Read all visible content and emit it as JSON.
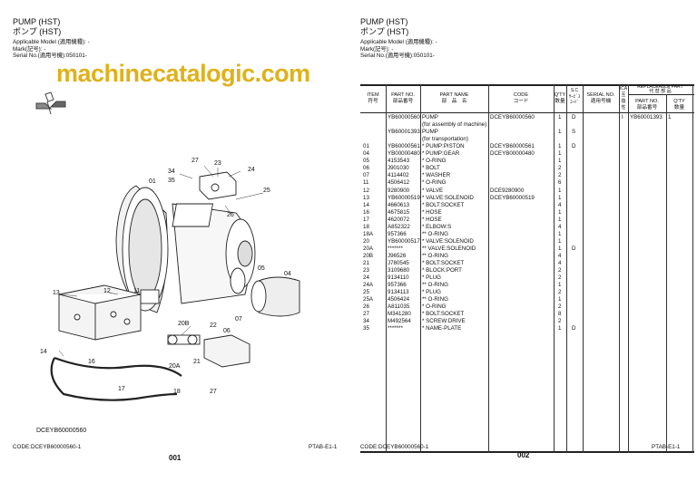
{
  "left_page": {
    "title_en": "PUMP (HST)",
    "title_jp": "ポンプ (HST)",
    "applicable_model": "Applicable Model (適用機種): -",
    "mark": "Mark(記号): -",
    "serial": "Serial No.(適用号機):050101-",
    "diagram_code": "DCEYB60000560",
    "callouts": [
      "27",
      "23",
      "24",
      "34",
      "35",
      "01",
      "25",
      "26",
      "05",
      "04",
      "13",
      "12",
      "11",
      "20B",
      "22",
      "07",
      "06",
      "20A",
      "21",
      "14",
      "16",
      "17",
      "18",
      "27"
    ],
    "footer_code": "CODE:DCEYB60000560-1",
    "footer_ref": "PTAB-E1-1",
    "page_number": "001"
  },
  "right_page": {
    "title_en": "PUMP (HST)",
    "title_jp": "ポンプ (HST)",
    "applicable_model": "Applicable Model (適用機種): -",
    "mark": "Mark(記号): -",
    "serial": "Serial No.(適用号機):050101-",
    "headers": {
      "item": "ITEM\n符号",
      "part_no": "PART NO.\n部品番号",
      "part_name": "PART NAME\n部　品　名",
      "code": "CODE\nコード",
      "qty": "Q'TY\n数量",
      "sc": "S.C\nｻｰﾋﾞｽ\nｺｰﾄﾞ",
      "serial_no": "SERIAL NO.\n適用号機",
      "ica": "ICA\n互\n換\n性",
      "replaceable": "REPLACEABLE PART\n代 替 部 品",
      "rep_part_no": "PART NO.\n部品番号",
      "rep_qty": "Q'TY\n数量"
    },
    "rows": [
      {
        "item": "",
        "part_no": "YB60000560",
        "name": "PUMP",
        "code": "DCEYB60000560",
        "qty": "1",
        "sc": "D",
        "ica": "I",
        "rep_part": "YB60001393",
        "rep_qty": "1"
      },
      {
        "item": "",
        "part_no": "",
        "name": "(for assembly of machine)",
        "code": "",
        "qty": "",
        "sc": ""
      },
      {
        "item": "",
        "part_no": "YB60001393",
        "name": "PUMP",
        "code": "",
        "qty": "1",
        "sc": "S"
      },
      {
        "item": "",
        "part_no": "",
        "name": "(for transportation)",
        "code": "",
        "qty": "",
        "sc": ""
      },
      {
        "item": "01",
        "part_no": "YB60000561",
        "name": "* PUMP:PISTON",
        "code": "DCEYB60000561",
        "qty": "1",
        "sc": "D"
      },
      {
        "item": "04",
        "part_no": "YB00000480",
        "name": "* PUMP:GEAR",
        "code": "DCEYB00000480",
        "qty": "1",
        "sc": ""
      },
      {
        "item": "05",
        "part_no": "4153543",
        "name": "* O-RING",
        "code": "",
        "qty": "1",
        "sc": ""
      },
      {
        "item": "06",
        "part_no": "J901030",
        "name": "* BOLT",
        "code": "",
        "qty": "2",
        "sc": ""
      },
      {
        "item": "07",
        "part_no": "4114402",
        "name": "* WASHER",
        "code": "",
        "qty": "2",
        "sc": ""
      },
      {
        "item": "11",
        "part_no": "4506412",
        "name": "* O-RING",
        "code": "",
        "qty": "6",
        "sc": ""
      },
      {
        "item": "12",
        "part_no": "9280900",
        "name": "* VALVE",
        "code": "DCE9280900",
        "qty": "1",
        "sc": ""
      },
      {
        "item": "13",
        "part_no": "YB60000519",
        "name": "* VALVE:SOLENOID",
        "code": "DCEYB60000519",
        "qty": "1",
        "sc": ""
      },
      {
        "item": "14",
        "part_no": "4660613",
        "name": "* BOLT:SOCKET",
        "code": "",
        "qty": "4",
        "sc": ""
      },
      {
        "item": "16",
        "part_no": "4675815",
        "name": "* HOSE",
        "code": "",
        "qty": "1",
        "sc": ""
      },
      {
        "item": "17",
        "part_no": "4620072",
        "name": "* HOSE",
        "code": "",
        "qty": "1",
        "sc": ""
      },
      {
        "item": "18",
        "part_no": "A852322",
        "name": "* ELBOW:S",
        "code": "",
        "qty": "4",
        "sc": ""
      },
      {
        "item": "18A",
        "part_no": "957366",
        "name": "** O-RING",
        "code": "",
        "qty": "1",
        "sc": ""
      },
      {
        "item": "20",
        "part_no": "YB60000517",
        "name": "* VALVE:SOLENOID",
        "code": "",
        "qty": "1",
        "sc": ""
      },
      {
        "item": "20A",
        "part_no": "*******",
        "name": "** VALVE:SOLENOID",
        "code": "",
        "qty": "1",
        "sc": "D"
      },
      {
        "item": "20B",
        "part_no": "J96526",
        "name": "** O-RING",
        "code": "",
        "qty": "4",
        "sc": ""
      },
      {
        "item": "21",
        "part_no": "J780545",
        "name": "* BOLT:SOCKET",
        "code": "",
        "qty": "4",
        "sc": ""
      },
      {
        "item": "23",
        "part_no": "3109680",
        "name": "* BLOCK:PORT",
        "code": "",
        "qty": "2",
        "sc": ""
      },
      {
        "item": "24",
        "part_no": "9134110",
        "name": "* PLUG",
        "code": "",
        "qty": "2",
        "sc": ""
      },
      {
        "item": "24A",
        "part_no": "957366",
        "name": "** O-RING",
        "code": "",
        "qty": "1",
        "sc": ""
      },
      {
        "item": "25",
        "part_no": "9134113",
        "name": "* PLUG",
        "code": "",
        "qty": "2",
        "sc": ""
      },
      {
        "item": "25A",
        "part_no": "4506424",
        "name": "** O-RING",
        "code": "",
        "qty": "1",
        "sc": ""
      },
      {
        "item": "26",
        "part_no": "A811035",
        "name": "* O-RING",
        "code": "",
        "qty": "2",
        "sc": ""
      },
      {
        "item": "27",
        "part_no": "M341280",
        "name": "* BOLT:SOCKET",
        "code": "",
        "qty": "8",
        "sc": ""
      },
      {
        "item": "34",
        "part_no": "M492564",
        "name": "* SCREW:DRIVE",
        "code": "",
        "qty": "2",
        "sc": ""
      },
      {
        "item": "35",
        "part_no": "*******",
        "name": "* NAME-PLATE",
        "code": "",
        "qty": "1",
        "sc": "D"
      }
    ],
    "footer_code": "CODE:DCEYB60000560-1",
    "footer_ref": "PTAB-E1-1",
    "page_number": "002"
  },
  "watermark": "machinecatalogic.com",
  "colors": {
    "watermark": "#e0b11a",
    "text": "#111111"
  }
}
